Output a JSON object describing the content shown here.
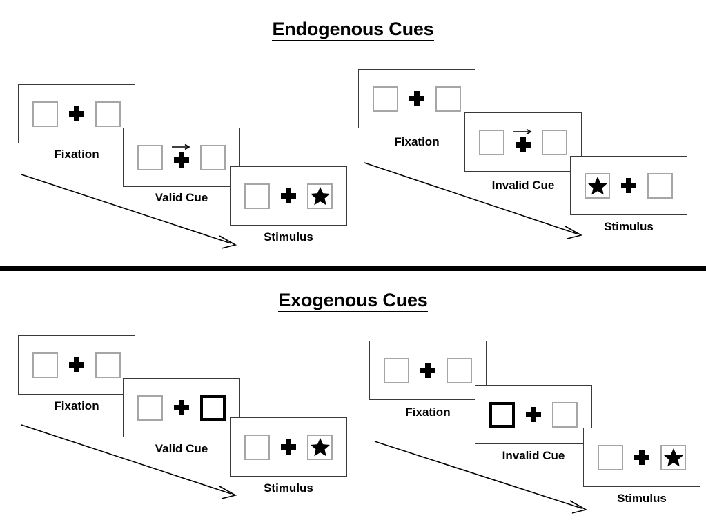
{
  "sections": [
    {
      "title": "Endogenous Cues",
      "sequences": [
        {
          "name": "endogenous-valid",
          "panels": [
            {
              "label": "Fixation",
              "cue": "none",
              "left": "empty",
              "right": "empty"
            },
            {
              "label": "Valid Cue",
              "cue": "arrow-right",
              "left": "empty",
              "right": "empty"
            },
            {
              "label": "Stimulus",
              "cue": "none",
              "left": "empty",
              "right": "star"
            }
          ]
        },
        {
          "name": "endogenous-invalid",
          "panels": [
            {
              "label": "Fixation",
              "cue": "none",
              "left": "empty",
              "right": "empty"
            },
            {
              "label": "Invalid Cue",
              "cue": "arrow-right",
              "left": "empty",
              "right": "empty"
            },
            {
              "label": "Stimulus",
              "cue": "none",
              "left": "star",
              "right": "empty"
            }
          ]
        }
      ]
    },
    {
      "title": "Exogenous Cues",
      "sequences": [
        {
          "name": "exogenous-valid",
          "panels": [
            {
              "label": "Fixation",
              "cue": "none",
              "left": "empty",
              "right": "empty"
            },
            {
              "label": "Valid Cue",
              "cue": "none",
              "left": "empty",
              "right": "highlight"
            },
            {
              "label": "Stimulus",
              "cue": "none",
              "left": "empty",
              "right": "star"
            }
          ]
        },
        {
          "name": "exogenous-invalid",
          "panels": [
            {
              "label": "Fixation",
              "cue": "none",
              "left": "empty",
              "right": "empty"
            },
            {
              "label": "Invalid Cue",
              "cue": "none",
              "left": "highlight",
              "right": "empty"
            },
            {
              "label": "Stimulus",
              "cue": "none",
              "left": "empty",
              "right": "star"
            }
          ]
        }
      ]
    }
  ],
  "labels": {
    "endogenous_title": "Endogenous Cues",
    "exogenous_title": "Exogenous Cues",
    "fixation": "Fixation",
    "valid_cue": "Valid Cue",
    "invalid_cue": "Invalid Cue",
    "stimulus": "Stimulus"
  },
  "colors": {
    "panel_border": "#3a3a3a",
    "box_border": "#a6a6a6",
    "cued_box_border": "#000000",
    "ink": "#000000",
    "background": "#ffffff"
  },
  "icons": {
    "fixation_cross": "plus-icon",
    "cue_arrow": "arrow-right-icon",
    "target": "star-icon",
    "time_flow": "diagonal-arrow-icon"
  }
}
